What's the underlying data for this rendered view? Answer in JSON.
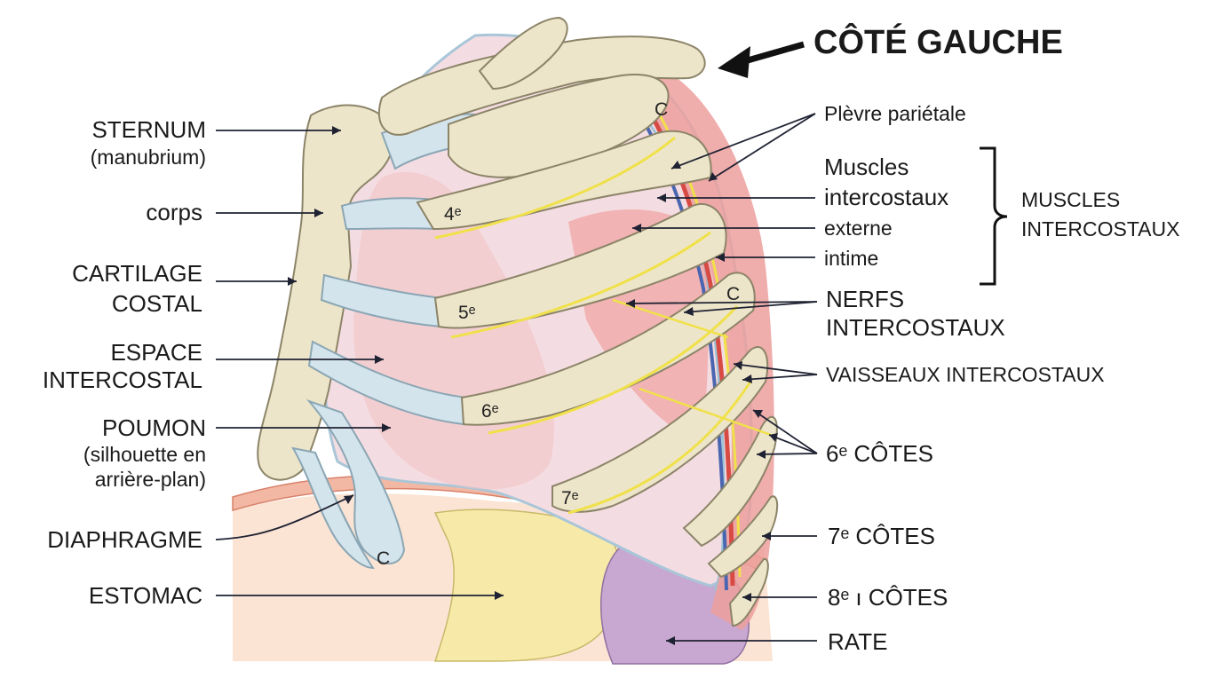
{
  "title": "CÔTÉ GAUCHE",
  "labels_left": {
    "sternum": [
      "STERNUM",
      "(manubrium)"
    ],
    "corps": [
      "corps"
    ],
    "cartilage": [
      "CARTILAGE",
      "COSTAL"
    ],
    "espace": [
      "ESPACE",
      "INTERCOSTAL"
    ],
    "poumon": [
      "POUMON",
      "(silhouette en",
      "arrière-plan)"
    ],
    "diaphragme": [
      "DIAPHRAGME"
    ],
    "estomac": [
      "ESTOMAC"
    ]
  },
  "labels_right": {
    "plevre": "Plèvre pariétale",
    "muscles": [
      "Muscles",
      "intercostaux"
    ],
    "externe": "externe",
    "intime": "intime",
    "muscles_group": [
      "MUSCLES",
      "INTERCOSTAUX"
    ],
    "nerfs": [
      "NERFS",
      "INTERCOSTAUX"
    ],
    "vaisseaux": "VAISSEAUX INTERCOSTAUX",
    "cotes6": "6ᵉ CÔTES",
    "cotes7": "7ᵉ CÔTES",
    "cotes8": "8ᵉ ı CÔTES",
    "rate": "RATE"
  },
  "rib_numbers": {
    "r4": "4ᵉ",
    "r5": "5ᵉ",
    "r6": "6ᵉ",
    "r7": "7ᵉ"
  },
  "c_marks": {
    "c1": "C",
    "c2": "C",
    "c3": "C"
  },
  "colors": {
    "bone": "#ede5c9",
    "bone_stroke": "#8c8468",
    "cartilage": "#d4e4ec",
    "lung": "#f4dde2",
    "muscle": "#ec9f9c",
    "nerve": "#f0e14a",
    "vein": "#4a66b0",
    "artery": "#d84a44",
    "stomach": "#f7eaa8",
    "spleen": "#c8a8d0",
    "abdomen": "#fbe4d4",
    "diaphragm": "#f3b8a4"
  }
}
